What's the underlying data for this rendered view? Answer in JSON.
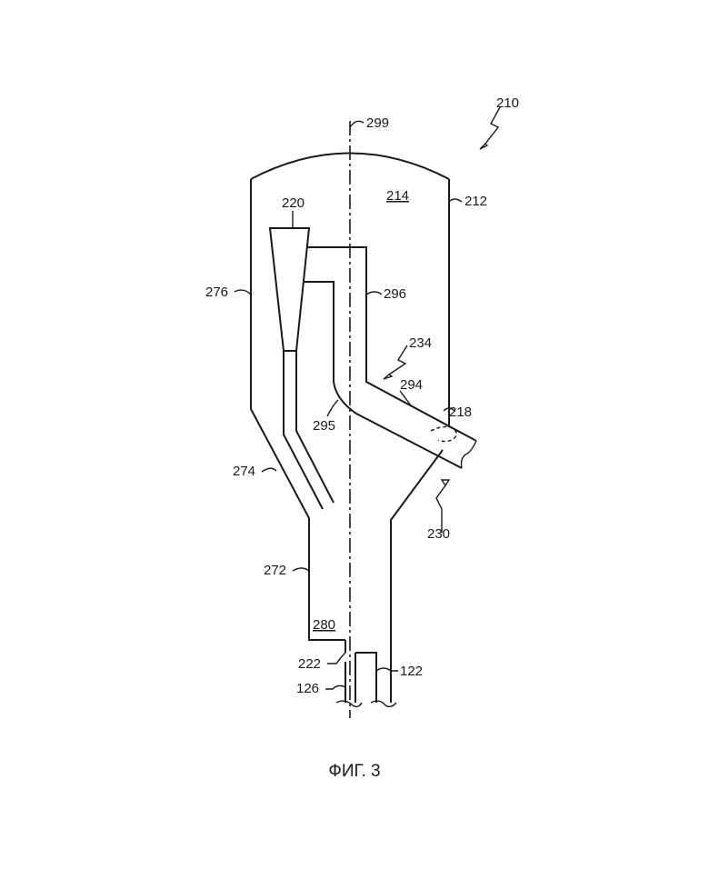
{
  "figure": {
    "caption": "ФИГ. 3",
    "labels": {
      "l210": "210",
      "l299": "299",
      "l214": "214",
      "l212": "212",
      "l220": "220",
      "l276": "276",
      "l296": "296",
      "l234": "234",
      "l294": "294",
      "l218": "218",
      "l295": "295",
      "l274": "274",
      "l230": "230",
      "l272": "272",
      "l280": "280",
      "l222": "222",
      "l126": "126",
      "l122": "122"
    }
  }
}
